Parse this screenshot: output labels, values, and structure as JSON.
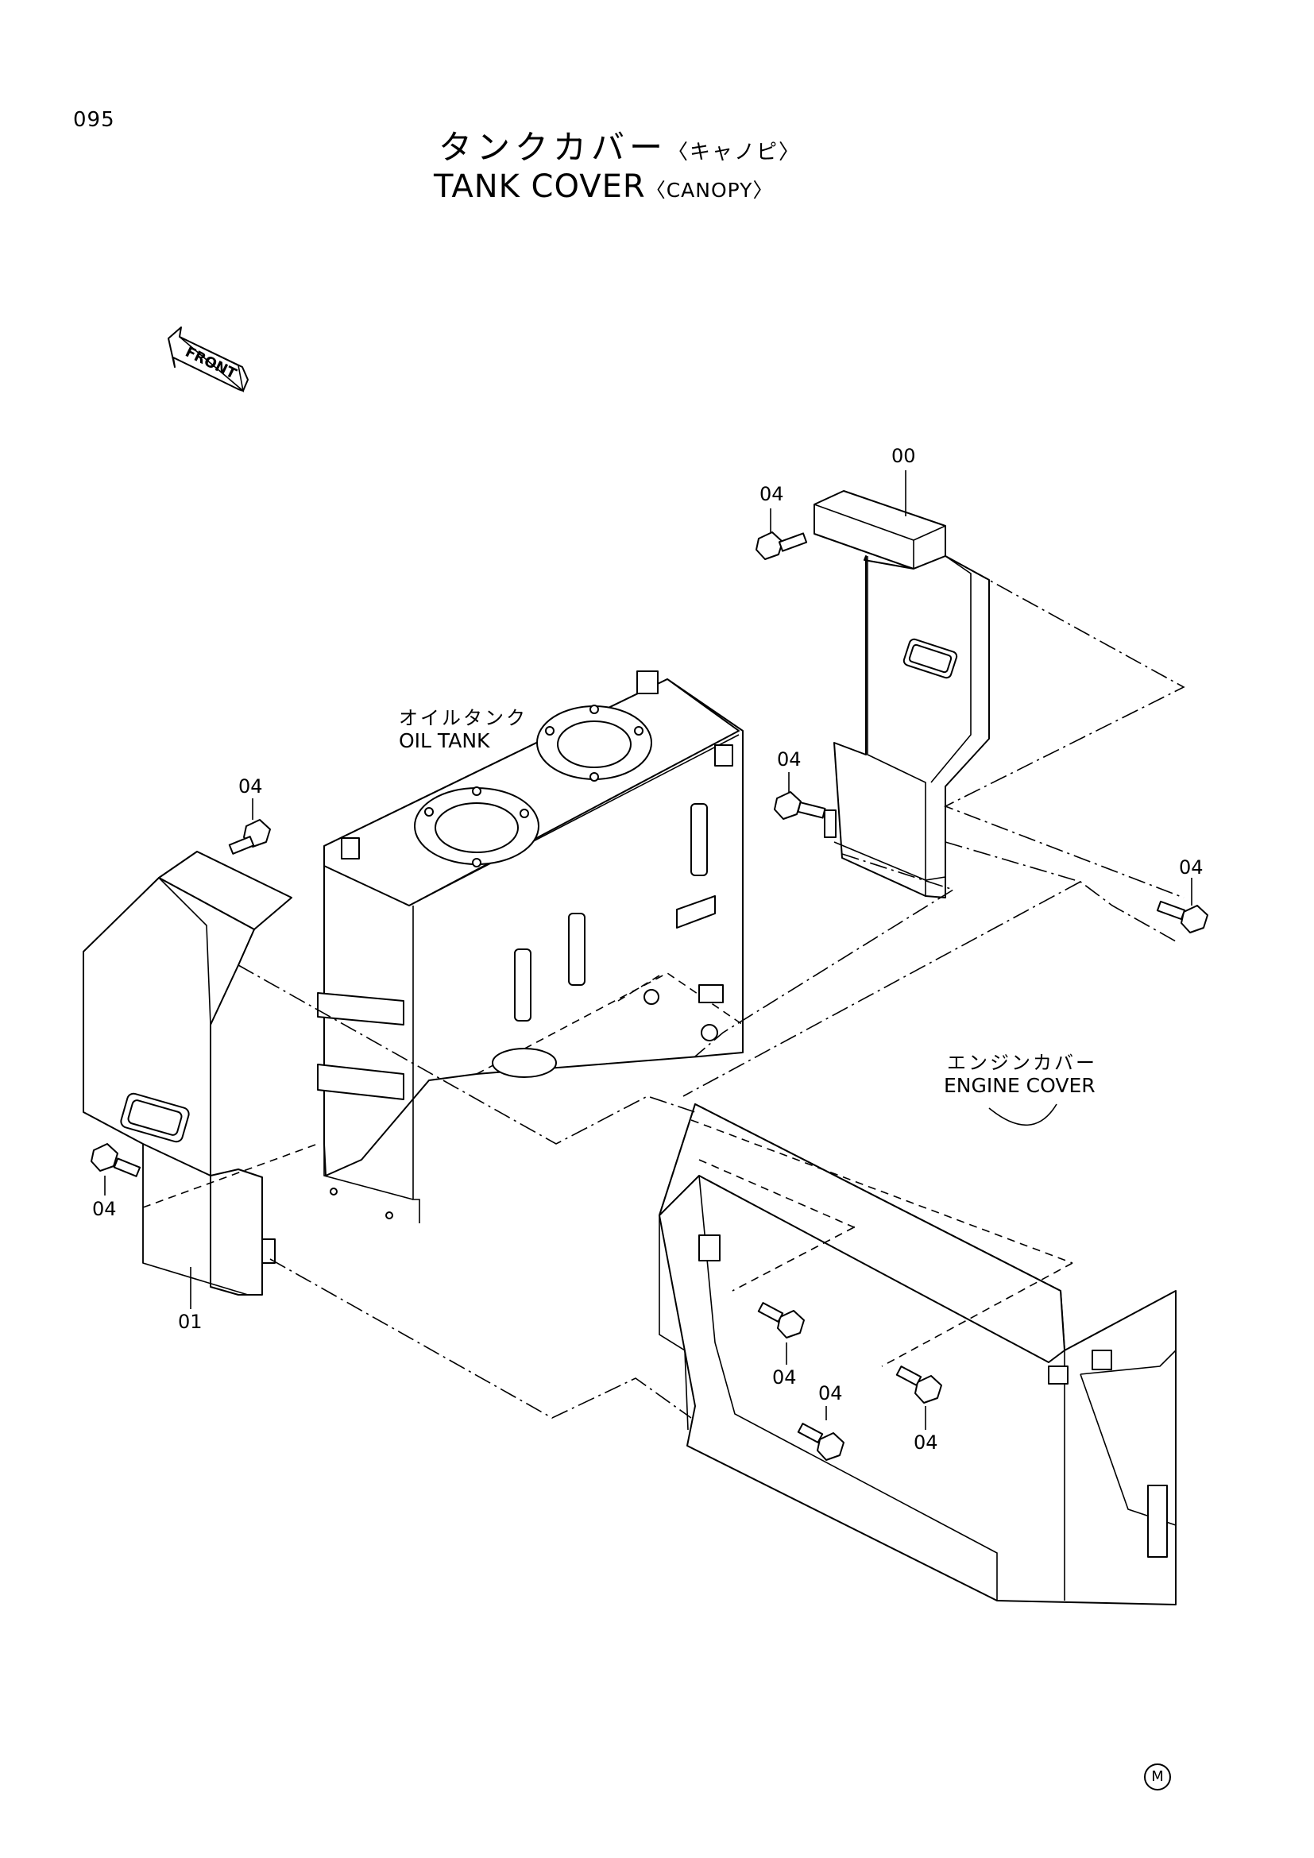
{
  "page_number": "095",
  "title": {
    "jp_main": "タンクカバー",
    "jp_sub": "〈キャノピ〉",
    "en_main": "TANK COVER",
    "en_sub": "〈CANOPY〉"
  },
  "front_arrow": {
    "label": "FRONT"
  },
  "labels": {
    "oil_tank": {
      "jp": "オイルタンク",
      "en": "OIL TANK"
    },
    "engine_cover": {
      "jp": "エンジンカバー",
      "en": "ENGINE COVER"
    }
  },
  "callouts": [
    "00",
    "04",
    "04",
    "04",
    "04",
    "04",
    "04",
    "04",
    "01"
  ],
  "corner_mark": "M"
}
